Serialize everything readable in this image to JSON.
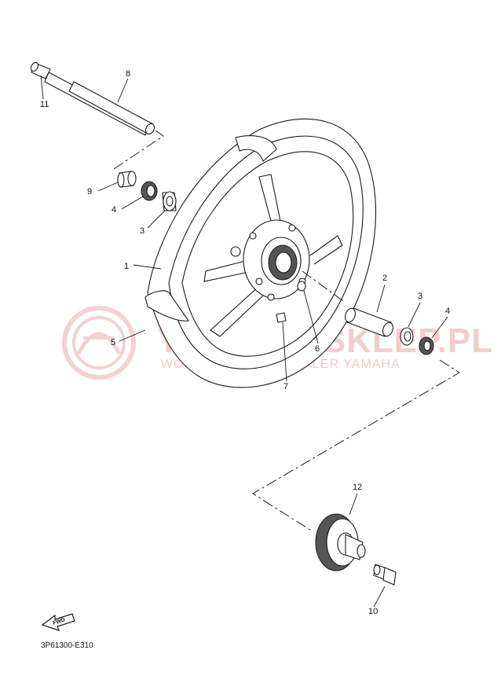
{
  "watermark": {
    "main_text": "YAMAHA-SKLEP.PL",
    "sub_text": "WOJCIECHOWSKI DEALER YAMAHA"
  },
  "callouts": {
    "c1": "1",
    "c2": "2",
    "c3a": "3",
    "c3b": "3",
    "c4a": "4",
    "c4b": "4",
    "c5": "5",
    "c6": "6",
    "c7": "7",
    "c8": "8",
    "c9": "9",
    "c10": "10",
    "c11": "11",
    "c12": "12"
  },
  "fwd_badge": "FWD",
  "diagram_code": "3P61300-E310",
  "colors": {
    "line": "#1a1a1a",
    "watermark": "#e7a7a7"
  }
}
